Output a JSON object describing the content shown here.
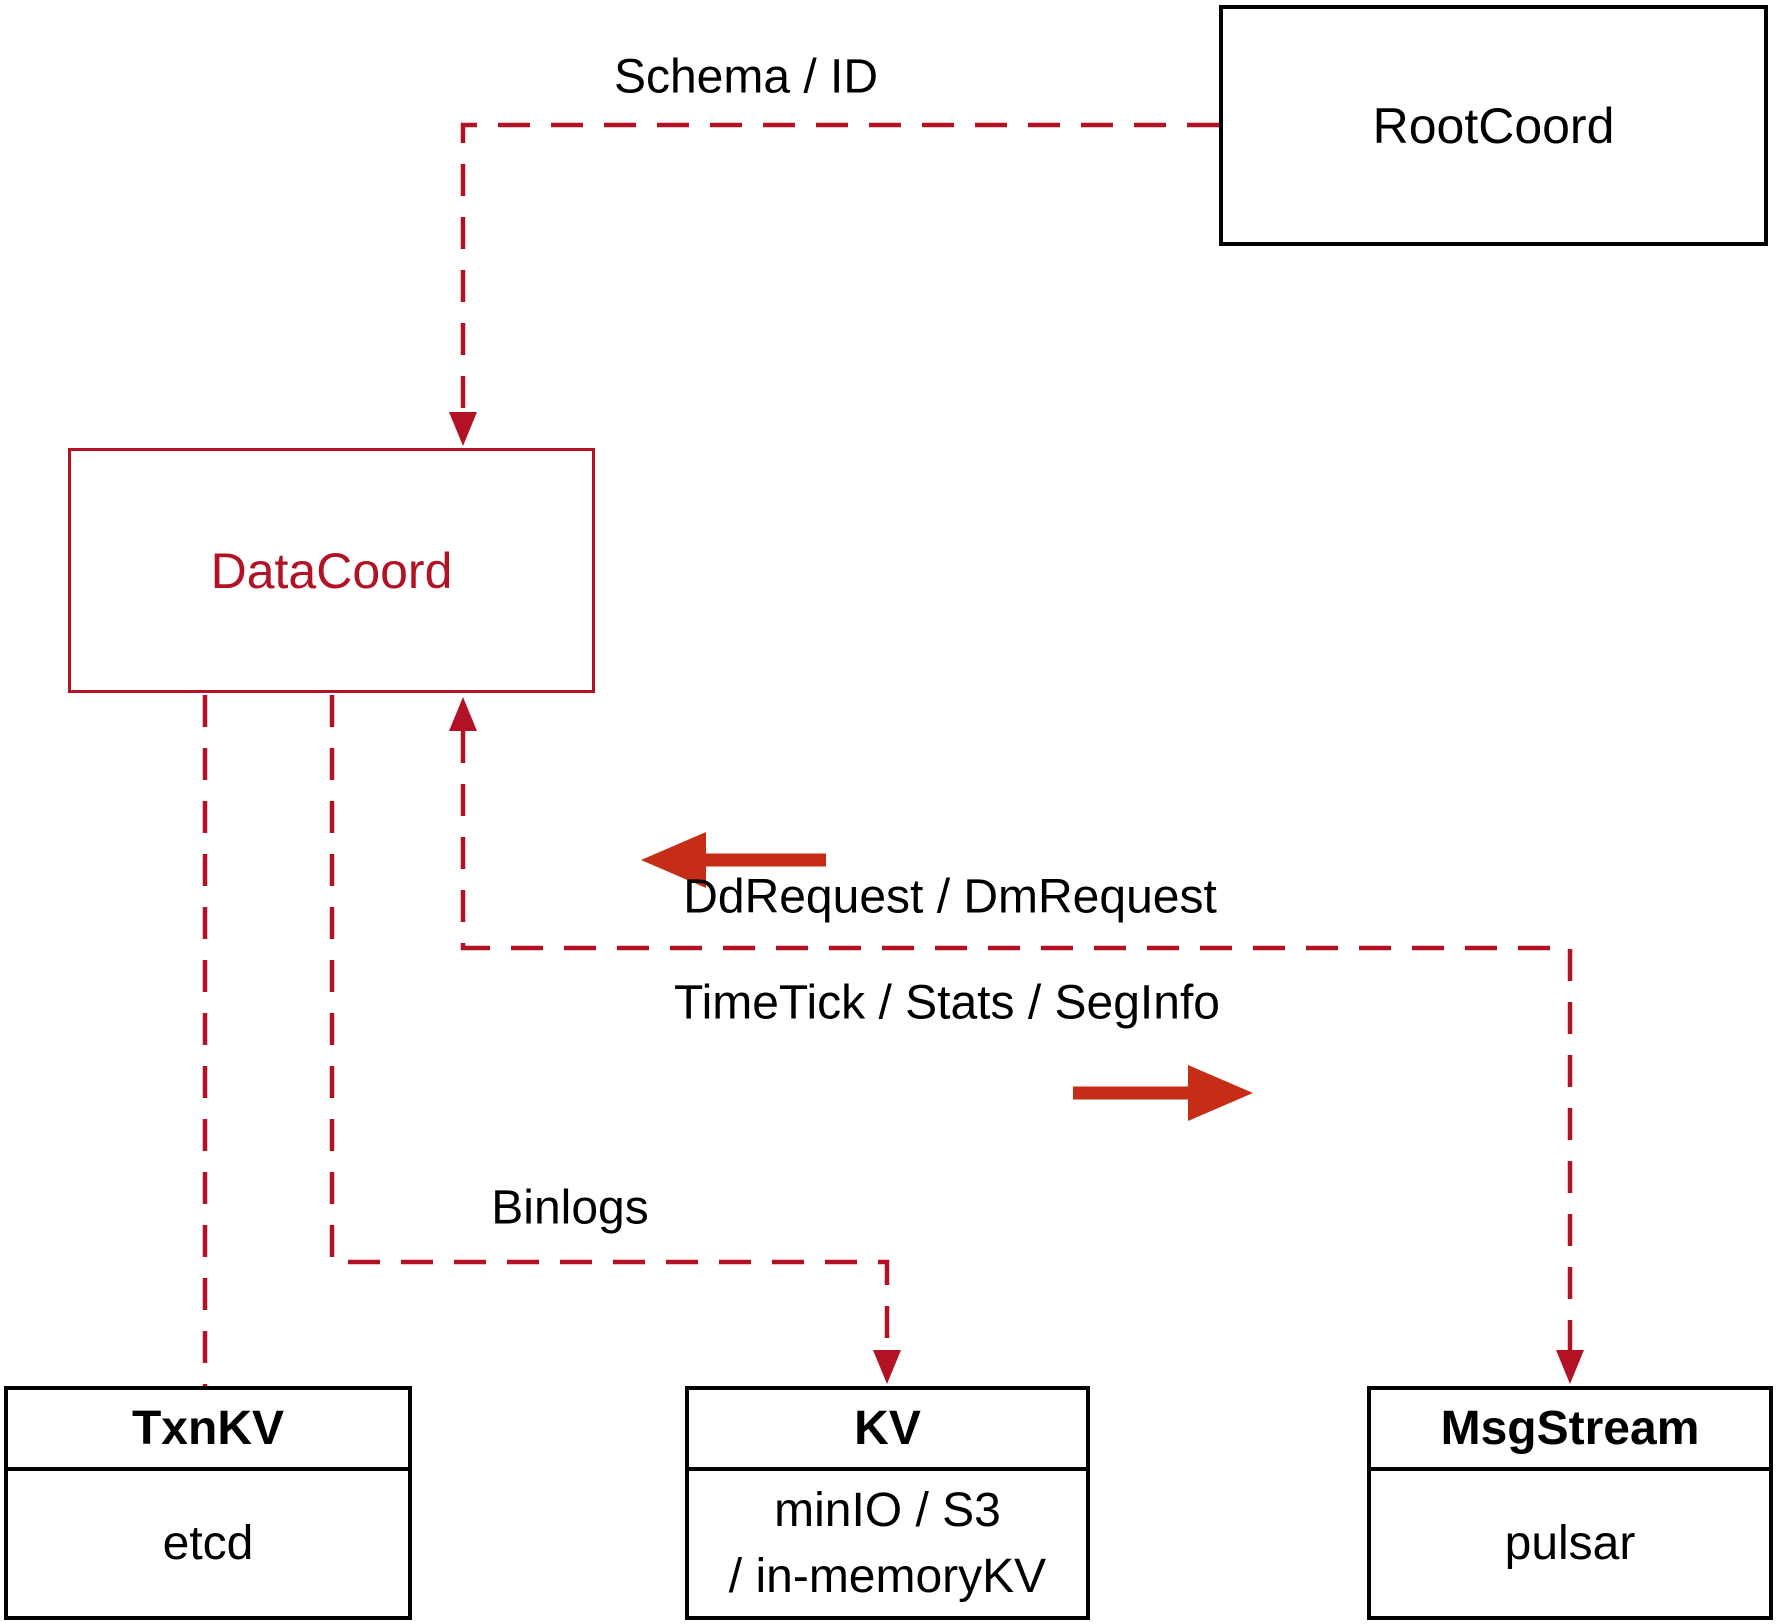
{
  "colors": {
    "line_red": "#b31225",
    "arrow_red": "#c62d17",
    "text_black": "#000000"
  },
  "nodes": {
    "rootcoord": {
      "label": "RootCoord"
    },
    "datacoord": {
      "label": "DataCoord"
    },
    "txnkv": {
      "title": "TxnKV",
      "body": "etcd"
    },
    "kv": {
      "title": "KV",
      "body_line1": "minIO / S3",
      "body_line2": "/ in-memoryKV"
    },
    "msgstream": {
      "title": "MsgStream",
      "body": "pulsar"
    }
  },
  "edges": {
    "schema_id_label": "Schema / ID",
    "ddrequest_label": "DdRequest / DmRequest",
    "timetick_label": "TimeTick / Stats / SegInfo",
    "binlogs_label": "Binlogs"
  }
}
